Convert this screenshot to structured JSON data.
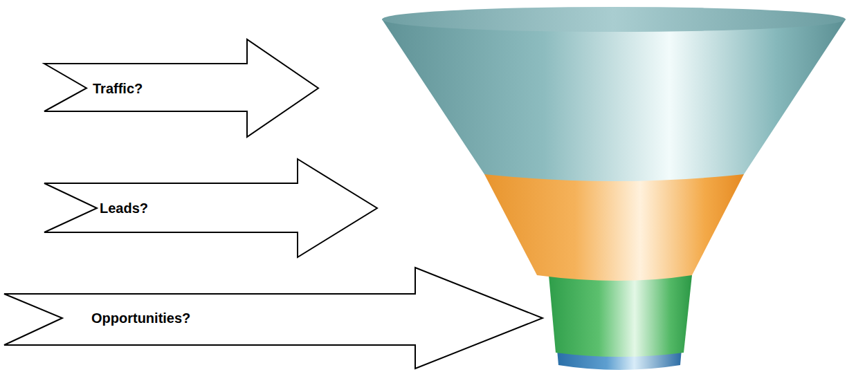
{
  "diagram": {
    "nodes": [
      {
        "text": [
          "Traffic?"
        ]
      },
      {
        "text": [
          "Leads?"
        ]
      },
      {
        "text": [
          "Opportunities?"
        ]
      }
    ]
  }
}
